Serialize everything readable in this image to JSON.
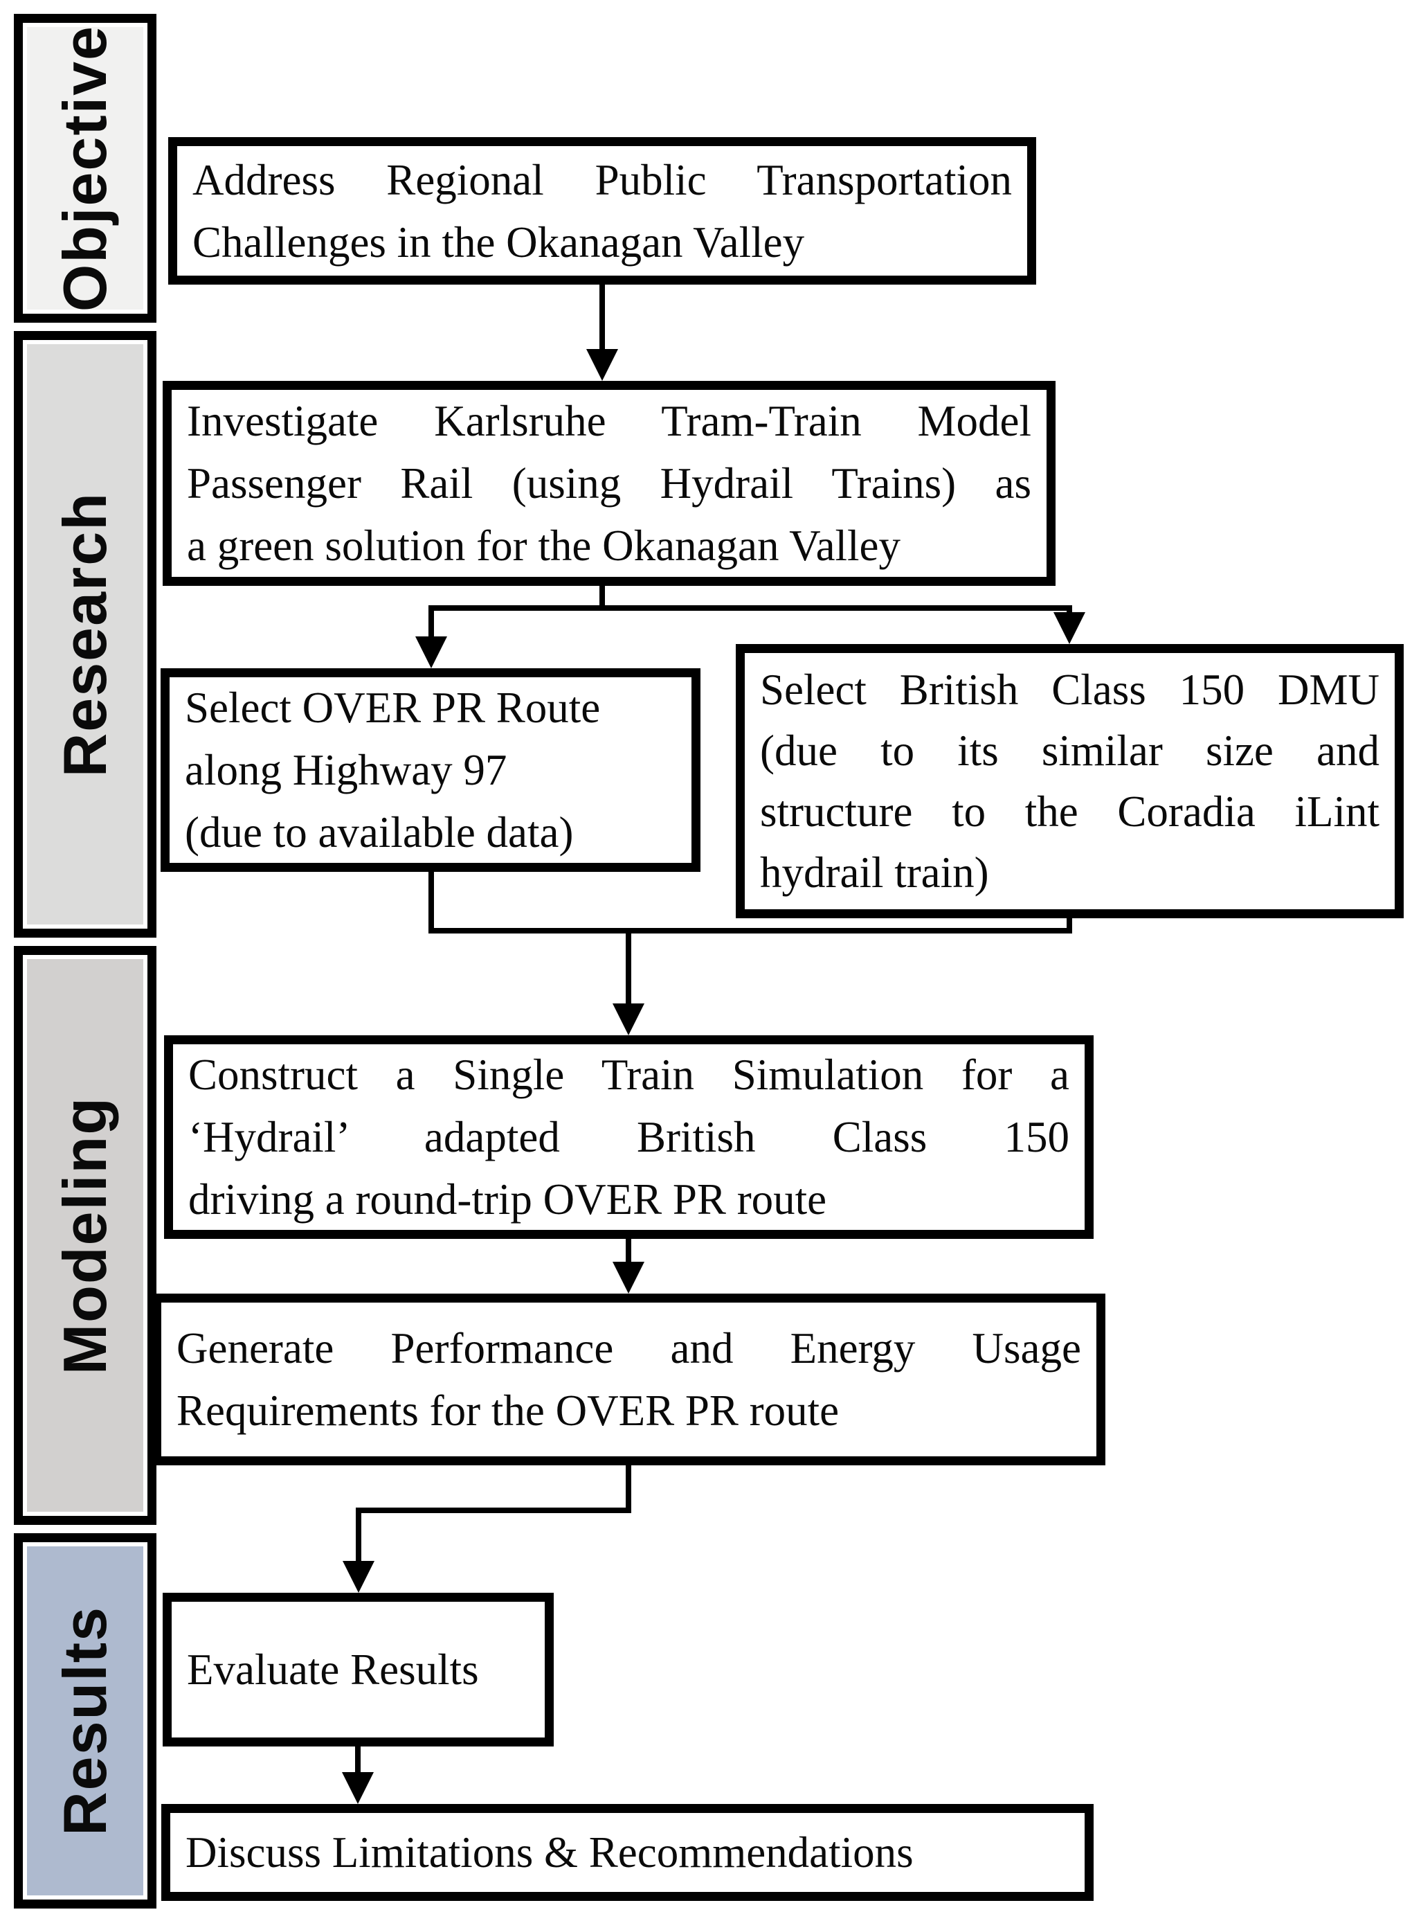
{
  "sidebar": {
    "sections": [
      {
        "id": "objective",
        "label": "Objective",
        "fill": "#f1f1f0"
      },
      {
        "id": "research",
        "label": "Research",
        "fill": "#dcdcdb"
      },
      {
        "id": "modeling",
        "label": "Modeling",
        "fill": "#d2d0cf"
      },
      {
        "id": "results",
        "label": "Results",
        "fill": "#aebacf"
      }
    ]
  },
  "diagram": {
    "boxes": {
      "address": {
        "lines": [
          "Address Regional Public Transportation",
          "Challenges in the Okanagan Valley"
        ]
      },
      "investigate": {
        "lines": [
          "Investigate Karlsruhe Tram-Train Model",
          "Passenger Rail (using Hydrail Trains) as",
          "a green solution for the Okanagan Valley"
        ]
      },
      "select_over": {
        "lines": [
          "Select OVER PR Route",
          "along Highway 97",
          "(due to available data)"
        ]
      },
      "select_british": {
        "lines": [
          "Select British Class 150 DMU",
          "(due to its similar size and",
          "structure to the Coradia iLint",
          "hydrail train)"
        ]
      },
      "construct": {
        "lines": [
          "Construct a Single Train Simulation for a",
          "‘Hydrail’ adapted British Class 150",
          "driving a round-trip OVER PR route"
        ]
      },
      "generate": {
        "lines": [
          "Generate Performance and Energy Usage",
          "Requirements for the OVER PR route"
        ]
      },
      "evaluate": {
        "lines": [
          "Evaluate Results"
        ]
      },
      "discuss": {
        "lines": [
          "Discuss Limitations & Recommendations"
        ]
      }
    },
    "colors": {
      "line": "#000000",
      "box_border": "#000000",
      "text": "#0a0a0a"
    }
  }
}
